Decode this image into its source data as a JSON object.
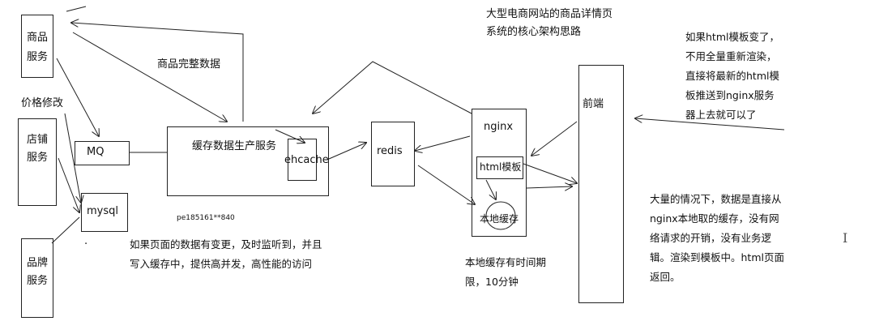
{
  "title": "大型电商网站的商品详情页系统的核心架构思路",
  "title_line1": "大型电商网站的商品详情页",
  "title_line2": "系统的核心架构思路",
  "sources": {
    "product_line1": "商品",
    "product_line2": "服务",
    "shop_line1": "店铺",
    "shop_line2": "服务",
    "brand_line1": "品牌",
    "brand_line2": "服务"
  },
  "labels": {
    "price_change": "价格修改",
    "full_product_data": "商品完整数据",
    "mq": "MQ",
    "mysql": "mysql",
    "cache_service": "缓存数据生产服务",
    "ehcache": "ehcache",
    "redis": "redis",
    "nginx": "nginx",
    "html_template": "html模板",
    "local_cache": "本地缓存",
    "frontend": "前端",
    "watermark": "pe185161**840",
    "dot": "·",
    "cursor": "I"
  },
  "notes": {
    "cache_note_line1": "如果页面的数据有变更，及时监听到，并且",
    "cache_note_line2": "写入缓存中，提供高并发，高性能的访问",
    "local_cache_note_line1": "本地缓存有时间期",
    "local_cache_note_line2": "限，10分钟",
    "template_note_line1": "如果html模板变了，",
    "template_note_line2": "不用全量重新渲染，",
    "template_note_line3": "直接将最新的html模",
    "template_note_line4": "板推送到nginx服务",
    "template_note_line5": "器上去就可以了",
    "traffic_note_line1": "大量的情况下，数据是直接从",
    "traffic_note_line2": "nginx本地取的缓存，没有网",
    "traffic_note_line3": "络请求的开销，没有业务逻",
    "traffic_note_line4": "辑。渲染到模板中。html页面",
    "traffic_note_line5": "返回。"
  }
}
